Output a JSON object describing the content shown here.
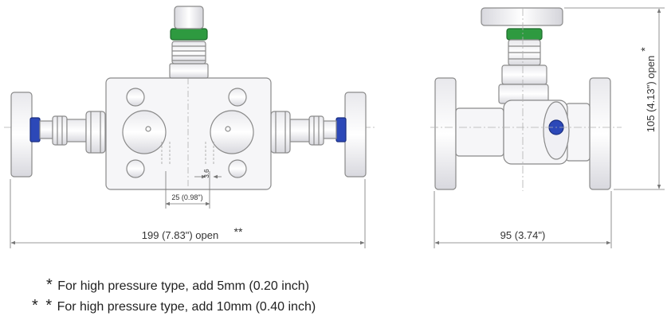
{
  "dimensions": {
    "front_width": "199 (7.83\") open",
    "front_width_marker": "**",
    "port_spacing": "25 (0.98\")",
    "small_dim": "3.6",
    "side_width": "95 (3.74\")",
    "side_height": "105 (4.13\") open",
    "side_height_marker": "*"
  },
  "notes": [
    {
      "marker": "*",
      "text": "For high pressure type, add 5mm (0.20 inch)"
    },
    {
      "marker": "* *",
      "text": "For high pressure type, add 10mm (0.40 inch)"
    }
  ],
  "colors": {
    "outline": "#8a8a8a",
    "body_fill": "#f6f6f8",
    "green_band": "#2e9a40",
    "blue_cap": "#2c48b8",
    "dim_line": "#777777"
  }
}
